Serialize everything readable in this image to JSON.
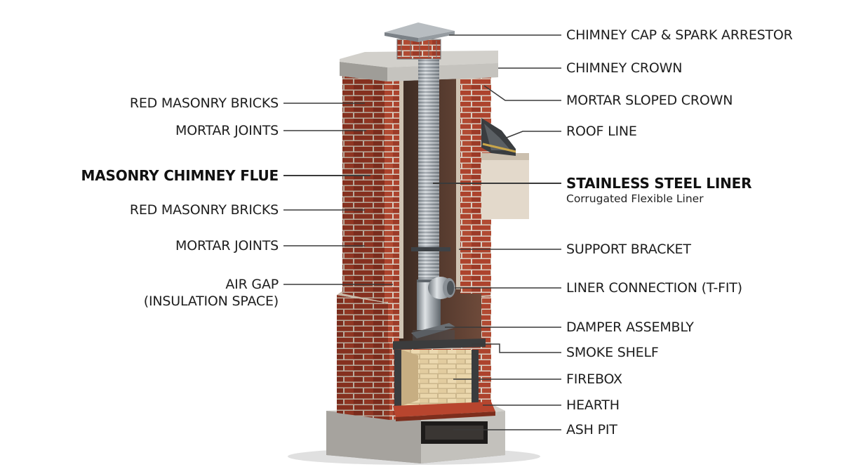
{
  "labels": {
    "left": [
      {
        "id": "red-masonry-bricks-upper",
        "text": "RED MASONRY BRICKS"
      },
      {
        "id": "mortar-joints-upper",
        "text": "MORTAR JOINTS"
      },
      {
        "id": "masonry-chimney-flue",
        "text": "MASONRY CHIMNEY FLUE"
      },
      {
        "id": "red-masonry-bricks-lower",
        "text": "RED MASONRY BRICKS"
      },
      {
        "id": "mortar-joints-lower",
        "text": "MORTAR JOINTS"
      },
      {
        "id": "air-gap",
        "text": "AIR GAP",
        "text2": "(INSULATION SPACE)"
      }
    ],
    "right": [
      {
        "id": "chimney-cap",
        "text": "CHIMNEY CAP & SPARK ARRESTOR"
      },
      {
        "id": "chimney-crown",
        "text": "CHIMNEY CROWN"
      },
      {
        "id": "mortar-sloped-crown",
        "text": "MORTAR SLOPED CROWN"
      },
      {
        "id": "roof-line",
        "text": "ROOF LINE"
      },
      {
        "id": "stainless-steel-liner",
        "text": "STAINLESS STEEL LINER",
        "sub": "Corrugated Flexible Liner"
      },
      {
        "id": "support-bracket",
        "text": "SUPPORT BRACKET"
      },
      {
        "id": "liner-connection",
        "text": "LINER CONNECTION (T-FIT)"
      },
      {
        "id": "damper-assembly",
        "text": "DAMPER ASSEMBLY"
      },
      {
        "id": "smoke-shelf",
        "text": "SMOKE SHELF"
      },
      {
        "id": "firebox",
        "text": "FIREBOX"
      },
      {
        "id": "hearth",
        "text": "HEARTH"
      },
      {
        "id": "ash-pit",
        "text": "ASH PIT"
      }
    ]
  },
  "colors": {
    "brick": "#a8402c",
    "mortar": "#d8cfc2",
    "concrete": "#b9b7b2",
    "steel": "#a7adb3",
    "firebrick": "#e6cfa3",
    "leader": "#3a3a3a"
  }
}
